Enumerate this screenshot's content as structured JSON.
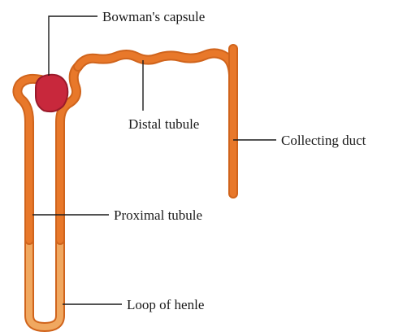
{
  "labels": {
    "bowmans_capsule": "Bowman's capsule",
    "distal_tubule": "Distal tubule",
    "collecting_duct": "Collecting duct",
    "proximal_tubule": "Proximal tubule",
    "loop_of_henle": "Loop of henle"
  },
  "colors": {
    "tubule_dark": "#e8782a",
    "tubule_outline": "#d0641c",
    "tubule_light": "#f0a860",
    "capsule": "#c8283c",
    "capsule_outline": "#9a1a2a",
    "leader_line": "#1a1a1a"
  }
}
